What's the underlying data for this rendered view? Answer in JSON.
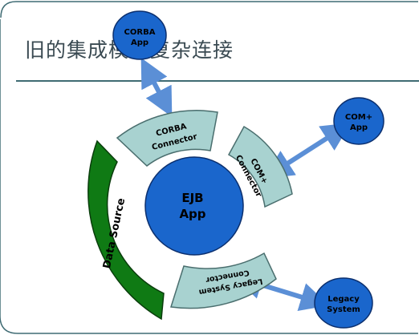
{
  "slide": {
    "title": "旧的集成模型复杂连接"
  },
  "diagram": {
    "center": {
      "line1": "EJB",
      "line2": "App"
    },
    "data_source": {
      "label": "Data Source"
    },
    "connectors": {
      "corba": {
        "line1": "CORBA",
        "line2": "Connector"
      },
      "com": {
        "line1": "COM+",
        "line2": "Connector"
      },
      "legacy": {
        "line1": "Legacy System",
        "line2": "Connector"
      }
    },
    "apps": {
      "corba": {
        "line1": "CORBA",
        "line2": "App"
      },
      "com": {
        "line1": "COM+",
        "line2": "App"
      },
      "legacy": {
        "line1": "Legacy",
        "line2": "System"
      }
    },
    "colors": {
      "app_fill": "#1a66cc",
      "app_stroke": "#0b2f6e",
      "connector_fill": "#a8d2d0",
      "data_source_fill": "#0f7a14",
      "arrow": "#5b8fd6",
      "rule": "#3f6b73"
    }
  }
}
